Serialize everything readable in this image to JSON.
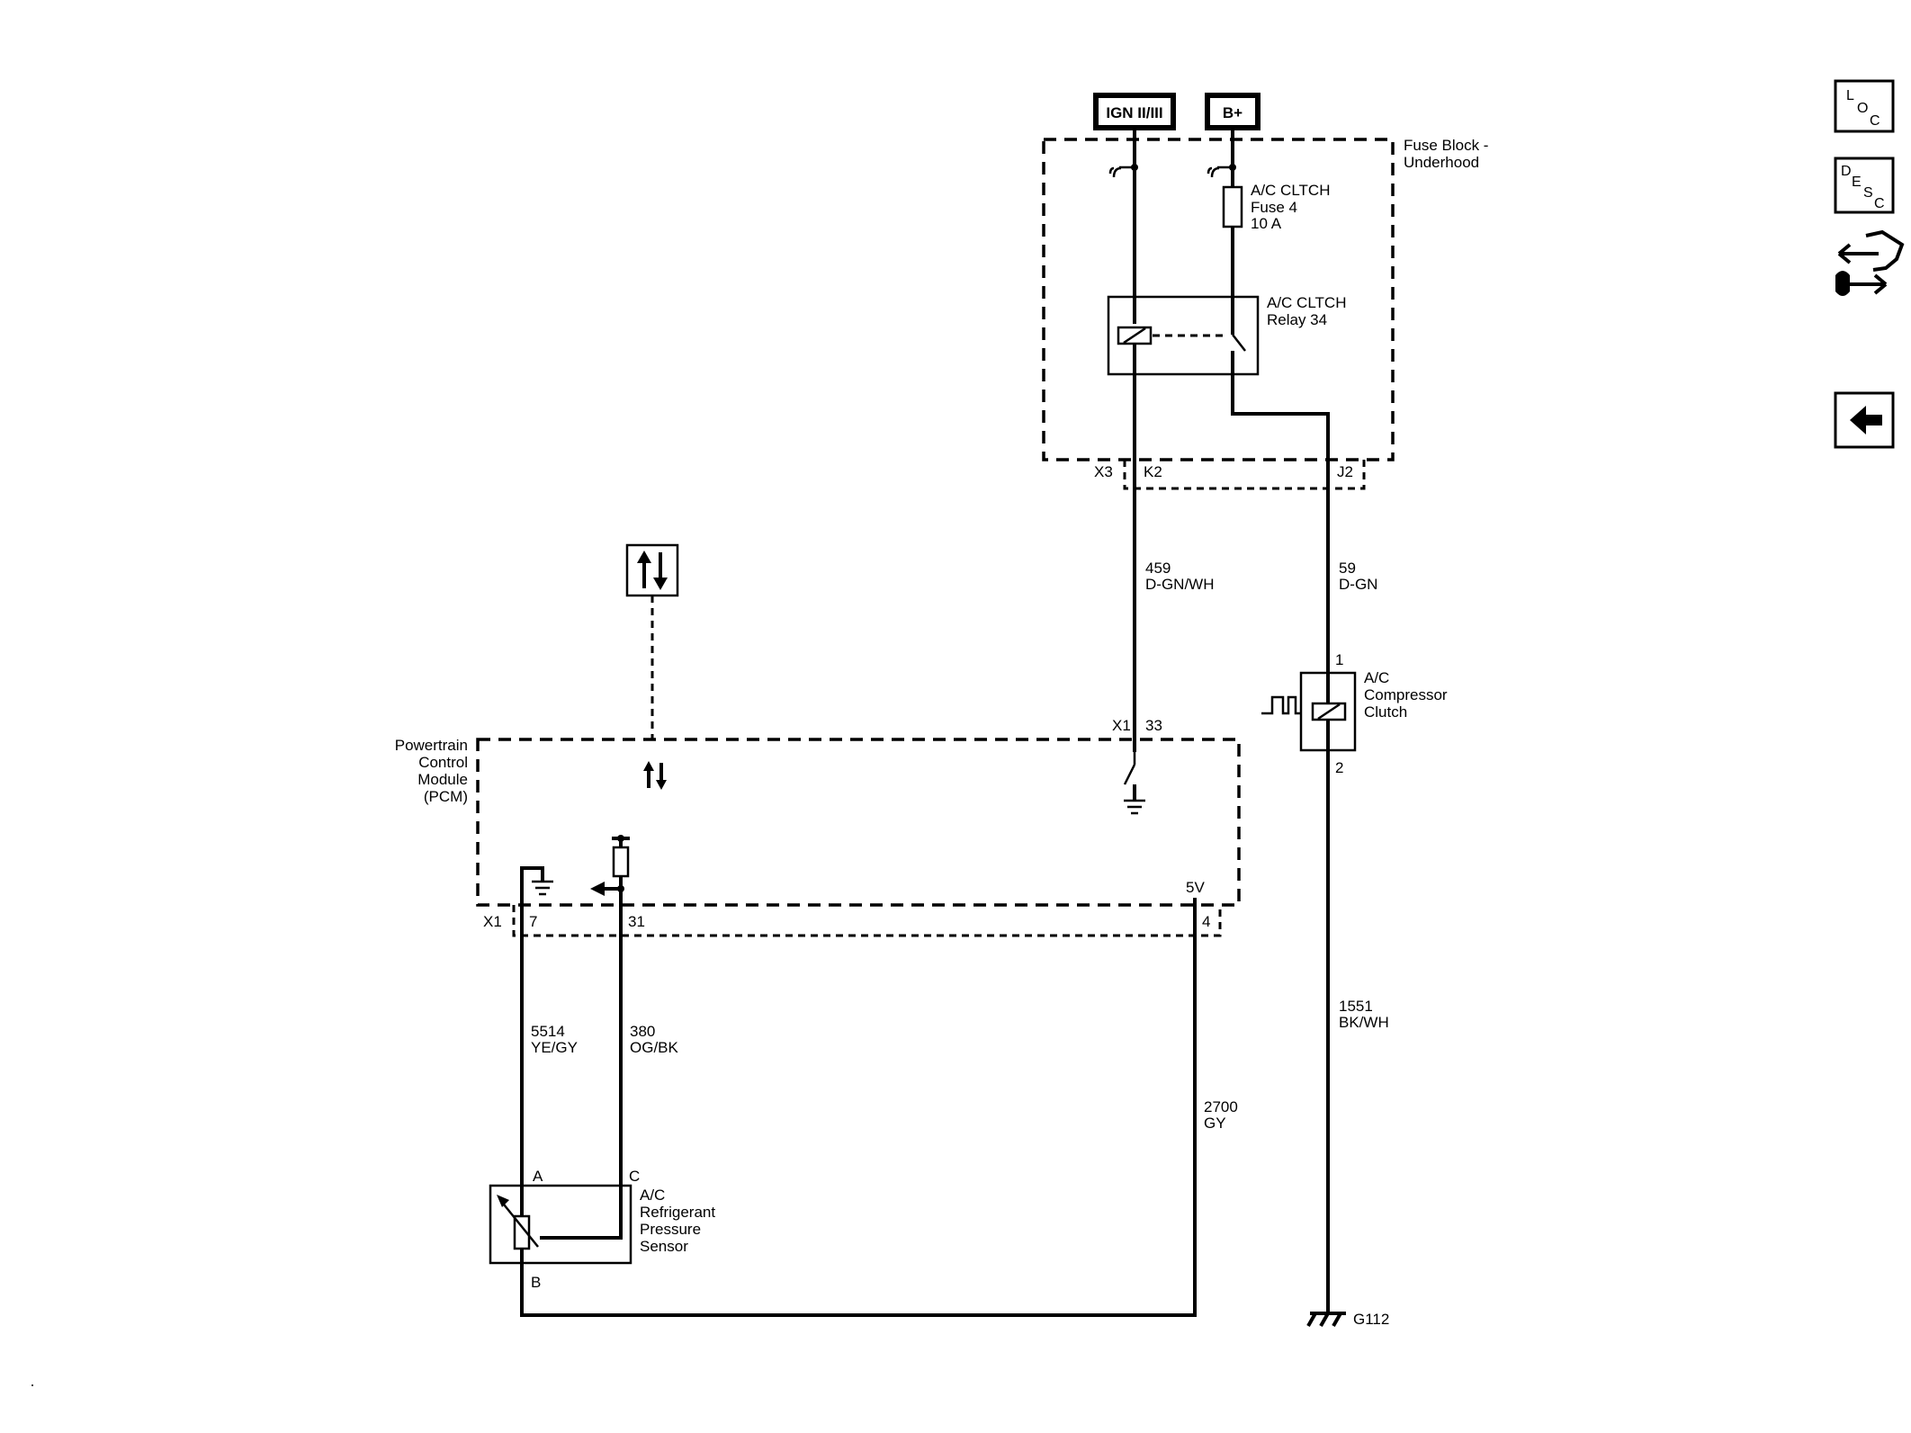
{
  "sources": {
    "ign": "IGN II/III",
    "batt": "B+"
  },
  "fuse_block": {
    "title_line1": "Fuse Block -",
    "title_line2": "Underhood",
    "fuse_line1": "A/C CLTCH",
    "fuse_line2": "Fuse 4",
    "fuse_line3": "10 A",
    "relay_line1": "A/C CLTCH",
    "relay_line2": "Relay 34",
    "connector_x3": "X3",
    "pin_k2": "K2",
    "pin_j2": "J2"
  },
  "wires": {
    "w459_num": "459",
    "w459_color": "D-GN/WH",
    "w59_num": "59",
    "w59_color": "D-GN",
    "w1551_num": "1551",
    "w1551_color": "BK/WH",
    "w5514_num": "5514",
    "w5514_color": "YE/GY",
    "w380_num": "380",
    "w380_color": "OG/BK",
    "w2700_num": "2700",
    "w2700_color": "GY"
  },
  "clutch": {
    "line1": "A/C",
    "line2": "Compressor",
    "line3": "Clutch",
    "pin1": "1",
    "pin2": "2"
  },
  "pcm": {
    "line1": "Powertrain",
    "line2": "Control",
    "line3": "Module",
    "line4": "(PCM)",
    "x1_top": "X1",
    "pin_33": "33",
    "x1_bottom": "X1",
    "pin_7": "7",
    "pin_31": "31",
    "pin_4": "4",
    "v5": "5V"
  },
  "sensor": {
    "line1": "A/C",
    "line2": "Refrigerant",
    "line3": "Pressure",
    "line4": "Sensor",
    "pin_a": "A",
    "pin_c": "C",
    "pin_b": "B"
  },
  "ground": {
    "name": "G112"
  },
  "nav": {
    "loc_l": "L",
    "loc_o": "O",
    "loc_c": "C",
    "desc_d": "D",
    "desc_e": "E",
    "desc_s": "S",
    "desc_c": "C"
  }
}
